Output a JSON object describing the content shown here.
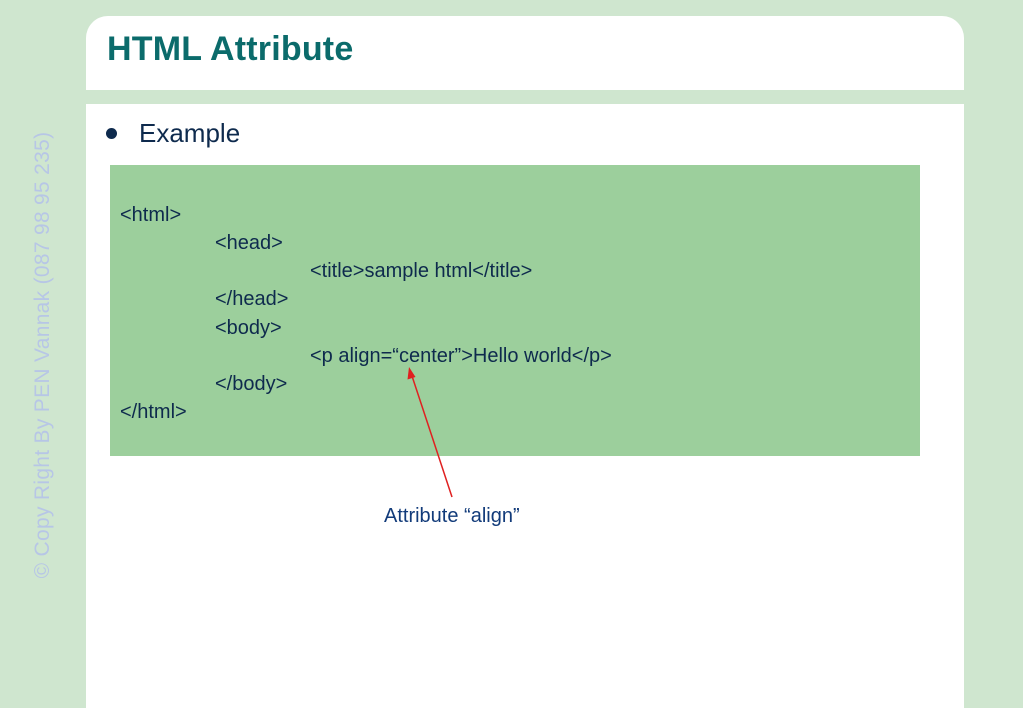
{
  "slide": {
    "title": "HTML Attribute",
    "watermark": "© Copy Right By PEN Vannak (087 98 95 235)",
    "bullet": "Example",
    "code_lines": [
      "<html>",
      "<head>",
      "<title>sample html</title>",
      "</head>",
      "<body>",
      "<p align=“center”>Hello world</p>",
      "</body>",
      "</html>"
    ],
    "annotation": "Attribute “align”"
  },
  "colors": {
    "background": "#cfe6cf",
    "title": "#0b6b6b",
    "code_box": "#9ccf9c",
    "text": "#0e2a4d",
    "arrow": "#e02020",
    "watermark": "#b7c6e6"
  }
}
